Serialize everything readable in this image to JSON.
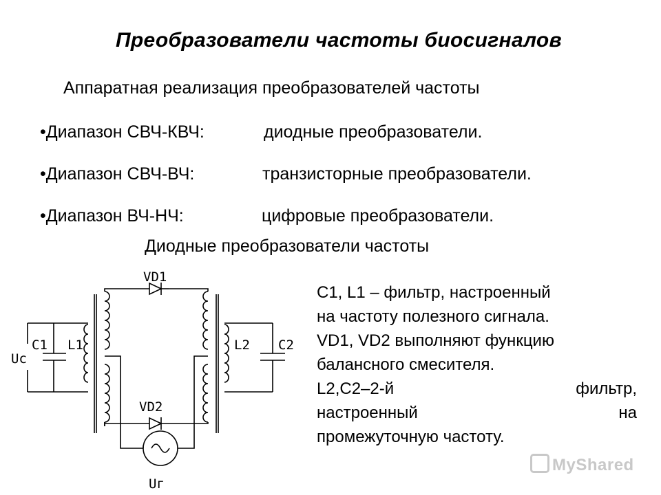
{
  "title": "Преобразователи частоты биосигналов",
  "subtitle": "Аппаратная реализация преобразователей частоты",
  "bullets": [
    {
      "range": "•Диапазон СВЧ-КВЧ:",
      "desc": "диодные преобразователи."
    },
    {
      "range": "•Диапазон СВЧ-ВЧ:",
      "desc": "транзисторные преобразователи."
    },
    {
      "range": "•Диапазон ВЧ-НЧ:",
      "desc": "цифровые преобразователи."
    }
  ],
  "section_heading": "Диодные преобразователи частоты",
  "circuit": {
    "labels": {
      "vd1": "VD1",
      "vd2": "VD2",
      "c1": "C1",
      "l1": "L1",
      "l2": "L2",
      "c2": "C2",
      "uc": "Uc",
      "ug": "Uг"
    },
    "icons": [
      "diode-icon",
      "capacitor-icon",
      "inductor-icon",
      "ac-source-icon"
    ]
  },
  "description": [
    "C1, L1 – фильтр, настроенный",
    "на частоту полезного сигнала.",
    "VD1, VD2 выполняют функцию",
    "балансного смесителя.",
    "L2,C2–2-й фильтр,",
    "настроенный на",
    "промежуточную частоту."
  ],
  "watermark": "MyShared"
}
